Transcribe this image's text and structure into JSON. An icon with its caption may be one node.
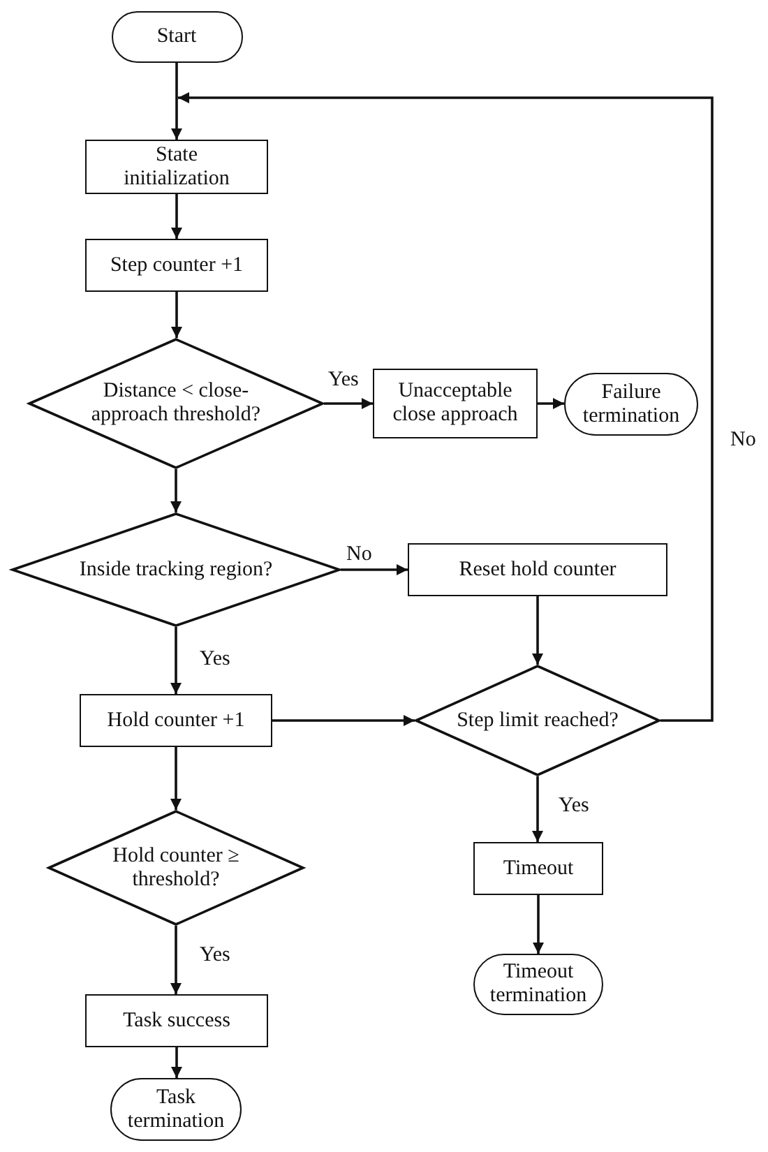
{
  "diagram": {
    "nodes": [
      {
        "text": [
          "Start"
        ]
      },
      {
        "text": [
          "State initialization"
        ]
      },
      {
        "text": [
          "Step counter +1"
        ]
      },
      {
        "text": [
          "Distance < close-approach threshold?"
        ]
      },
      {
        "text": [
          "Unacceptable close approach"
        ]
      },
      {
        "text": [
          "Failure termination"
        ]
      },
      {
        "text": [
          "Inside tracking region?"
        ]
      },
      {
        "text": [
          "Reset hold counter"
        ]
      },
      {
        "text": [
          "Hold counter +1"
        ]
      },
      {
        "text": [
          "Step limit reached?"
        ]
      },
      {
        "text": [
          "Hold counter ≥ threshold?"
        ]
      },
      {
        "text": [
          "Timeout"
        ]
      },
      {
        "text": [
          "Timeout termination"
        ]
      },
      {
        "text": [
          "Task success"
        ]
      },
      {
        "text": [
          "Task termination"
        ]
      }
    ],
    "edges": [
      {
        "from": 0,
        "to": 1,
        "arrow": "to"
      },
      {
        "from": 9,
        "to": 1,
        "arrow": "to",
        "label": "No"
      },
      {
        "from": 1,
        "to": 2,
        "arrow": "to"
      },
      {
        "from": 2,
        "to": 3,
        "arrow": "to"
      },
      {
        "from": 3,
        "to": 4,
        "arrow": "to",
        "label": "Yes"
      },
      {
        "from": 4,
        "to": 5,
        "arrow": "to"
      },
      {
        "from": 3,
        "to": 6,
        "arrow": "to"
      },
      {
        "from": 6,
        "to": 7,
        "arrow": "to",
        "label": "No"
      },
      {
        "from": 6,
        "to": 8,
        "arrow": "to",
        "label": "Yes"
      },
      {
        "from": 7,
        "to": 9,
        "arrow": "to"
      },
      {
        "from": 8,
        "to": 9,
        "arrow": "to"
      },
      {
        "from": 8,
        "to": 10,
        "arrow": "to"
      },
      {
        "from": 9,
        "to": 11,
        "arrow": "to",
        "label": "Yes"
      },
      {
        "from": 11,
        "to": 12,
        "arrow": "to"
      },
      {
        "from": 10,
        "to": 13,
        "arrow": "to",
        "label": "Yes"
      },
      {
        "from": 13,
        "to": 14,
        "arrow": "to"
      }
    ]
  }
}
